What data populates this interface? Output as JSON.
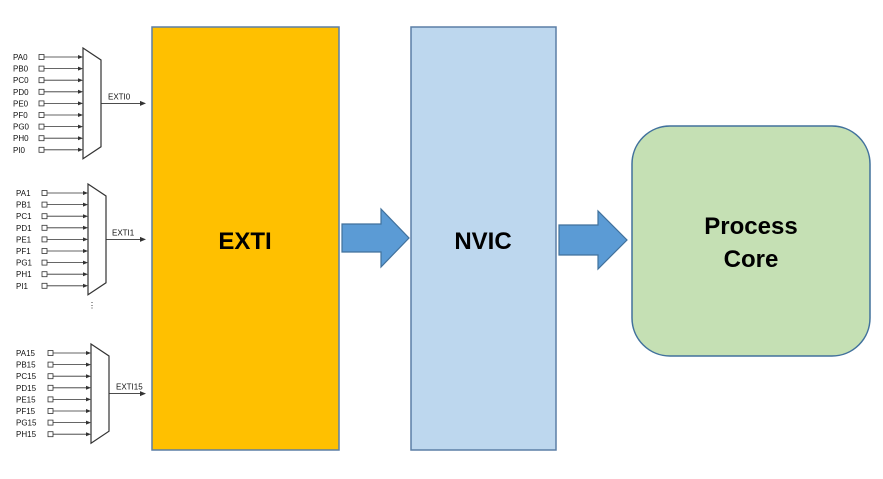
{
  "blocks": {
    "exti": {
      "label": "EXTI",
      "color": "#ffc000",
      "border": "#5b7fa6"
    },
    "nvic": {
      "label": "NVIC",
      "color": "#bdd7ee",
      "border": "#5b7fa6"
    },
    "core": {
      "label_line1": "Process",
      "label_line2": "Core",
      "color": "#c5e0b4",
      "border": "#41719c"
    }
  },
  "arrow_color": "#5b9bd5",
  "muxes": [
    {
      "output": "EXTI0",
      "inputs": [
        "PA0",
        "PB0",
        "PC0",
        "PD0",
        "PE0",
        "PF0",
        "PG0",
        "PH0",
        "PI0"
      ]
    },
    {
      "output": "EXTI1",
      "inputs": [
        "PA1",
        "PB1",
        "PC1",
        "PD1",
        "PE1",
        "PF1",
        "PG1",
        "PH1",
        "PI1"
      ]
    },
    {
      "output": "EXTI15",
      "inputs": [
        "PA15",
        "PB15",
        "PC15",
        "PD15",
        "PE15",
        "PF15",
        "PG15",
        "PH15"
      ]
    }
  ],
  "ellipsis": "⋮"
}
